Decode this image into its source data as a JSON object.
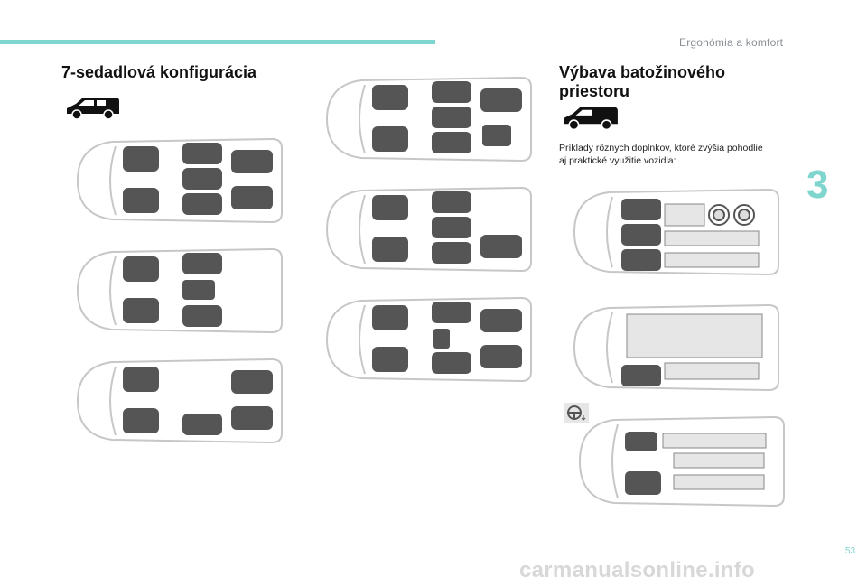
{
  "header": {
    "section": "Ergonómia a komfort"
  },
  "chapter": {
    "number": "3"
  },
  "footer": {
    "page": "53",
    "watermark": "carmanualsonline.info"
  },
  "left": {
    "title": "7-sedadlová konfigurácia"
  },
  "right": {
    "title_line1": "Výbava batožinového",
    "title_line2": "priestoru",
    "text": "Príklady rôznych doplnkov, ktoré zvýšia pohodlie aj praktické využitie vozidla:"
  },
  "icons": {
    "vehicle_left": "van-side-icon",
    "vehicle_right": "van-side-icon",
    "steering": "steering-wheel-icon"
  },
  "colors": {
    "accent": "#7fd6cf",
    "seat": "#555555",
    "outline": "#c7c7c7",
    "cargo": "#e6e6e6"
  }
}
